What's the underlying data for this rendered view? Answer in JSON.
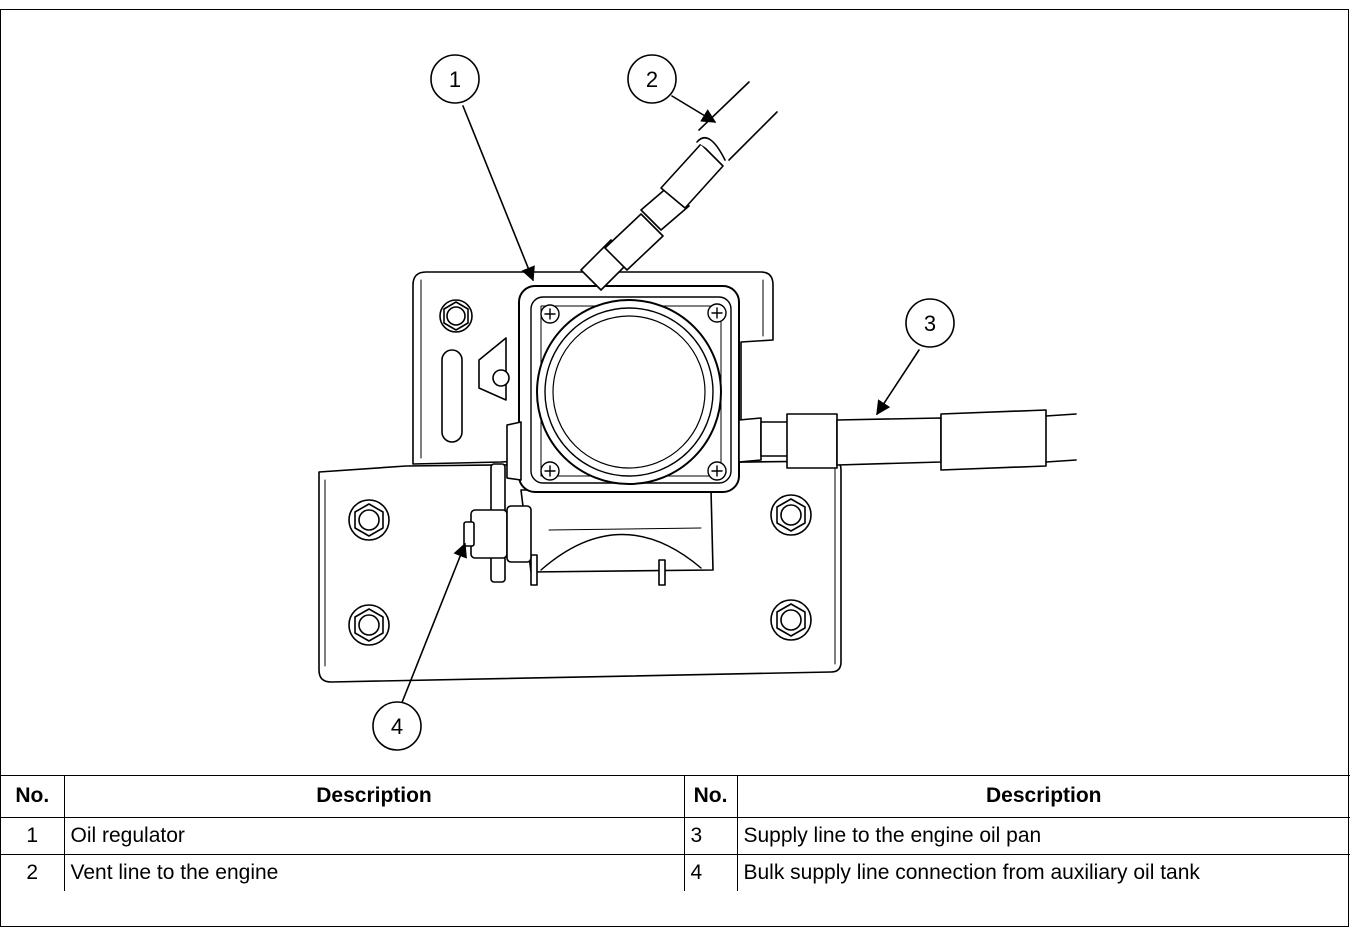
{
  "callouts": [
    "1",
    "2",
    "3",
    "4"
  ],
  "table": {
    "headers": [
      "No.",
      "Description",
      "No.",
      "Description"
    ],
    "rows": [
      {
        "no_a": "1",
        "desc_a": "Oil regulator",
        "no_b": "3",
        "desc_b": "Supply line to the engine oil pan"
      },
      {
        "no_a": "2",
        "desc_a": "Vent line to the engine",
        "no_b": "4",
        "desc_b": "Bulk supply line connection from auxiliary oil tank"
      }
    ]
  }
}
